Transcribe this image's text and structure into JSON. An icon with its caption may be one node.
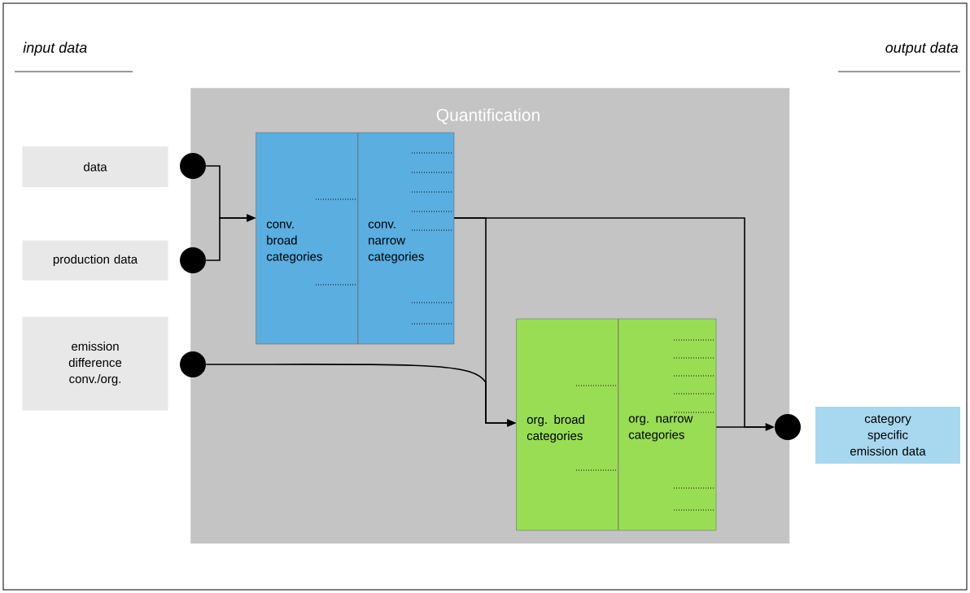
{
  "diagram": {
    "nodes": [
      {
        "text": [
          "Quantification"
        ]
      },
      {
        "text": [
          "data"
        ]
      },
      {
        "text": [
          "production data"
        ]
      },
      {
        "text": [
          "emission difference conv./org."
        ]
      },
      {
        "text": [
          "conv. broad categories"
        ],
        "in": 0
      },
      {
        "text": [
          "conv. narrow categories"
        ],
        "in": 0
      },
      {
        "text": [
          "org. broad categories"
        ],
        "in": 0
      },
      {
        "text": [
          "org. narrow categories"
        ],
        "in": 0
      },
      {
        "text": [
          "category specific emission data"
        ]
      },
      {
        "text": [],
        "shape": "circle",
        "in": 0
      },
      {
        "text": [],
        "shape": "circle",
        "in": 0
      },
      {
        "text": [],
        "shape": "circle",
        "in": 0
      },
      {
        "text": [],
        "shape": "circle"
      }
    ],
    "edges": [
      {
        "from": 9,
        "to": 4,
        "arrow": "to"
      },
      {
        "from": 10,
        "to": 4,
        "arrow": "to"
      },
      {
        "from": 11,
        "to": 6,
        "arrow": "to"
      },
      {
        "from": 5,
        "to": 6,
        "arrow": "to"
      },
      {
        "from": 5,
        "to": 12,
        "arrow": "to"
      },
      {
        "from": 7,
        "to": 12,
        "arrow": "to"
      }
    ],
    "labels": [
      "input data",
      "output data"
    ]
  }
}
